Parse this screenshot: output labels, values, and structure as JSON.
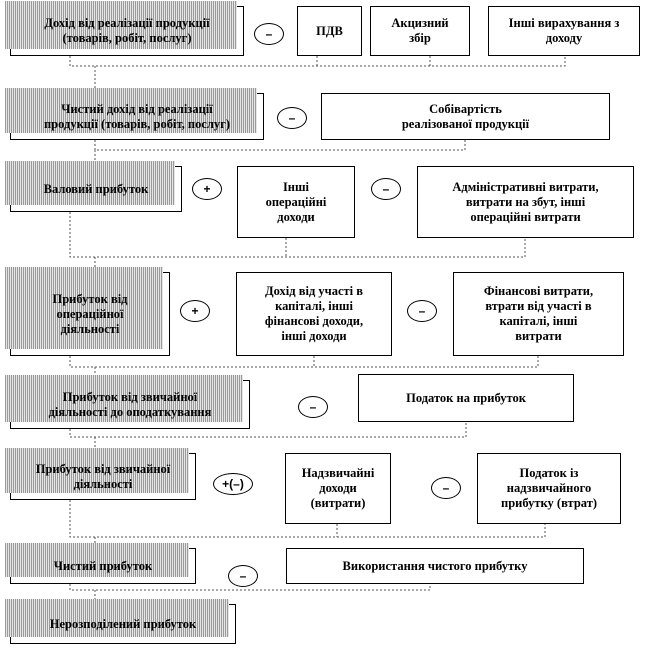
{
  "rows": [
    {
      "main": "Дохід від реалізації продукції\n(товарів, робіт, послуг)",
      "operator": "–",
      "others": [
        "ПДВ",
        "Акцизний\nзбір",
        "Інші вирахування з\nдоходу"
      ]
    },
    {
      "main": "Чистий дохід від реалізації\nпродукції (товарів, робіт, послуг)",
      "operator": "–",
      "others": [
        "Собівартість\nреалізованої продукції"
      ]
    },
    {
      "main": "Валовий прибуток",
      "operator": "+",
      "others": [
        "Інші\nопераційні\nдоходи"
      ],
      "operator2": "–",
      "others2": [
        "Адміністративні витрати,\nвитрати на збут, інші\nопераційні витрати"
      ]
    },
    {
      "main": "Прибуток від\nопераційної\nдіяльності",
      "operator": "+",
      "others": [
        "Дохід від участі в\nкапіталі, інші\nфінансові доходи,\nінші доходи"
      ],
      "operator2": "–",
      "others2": [
        "Фінансові витрати,\nвтрати від участі в\nкапіталі, інші\nвитрати"
      ]
    },
    {
      "main": "Прибуток від звичайної\nдіяльності до оподаткування",
      "operator": "–",
      "others": [
        "Податок на прибуток"
      ]
    },
    {
      "main": "Прибуток від звичайної\nдіяльності",
      "operator": "+(–)",
      "others": [
        "Надзвичайні\nдоходи\n(витрати)"
      ],
      "operator2": "–",
      "others2": [
        "Податок із\nнадзвичайного\nприбутку (втрат)"
      ]
    },
    {
      "main": "Чистий прибуток",
      "operator": "–",
      "others": [
        "Використання чистого прибутку"
      ]
    },
    {
      "main": "Нерозподілений прибуток"
    }
  ]
}
